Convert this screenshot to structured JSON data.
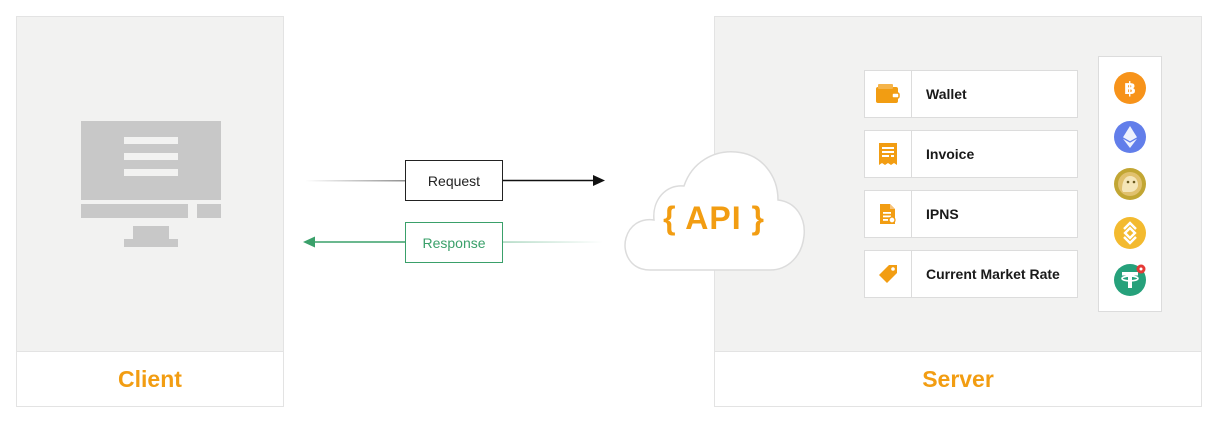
{
  "client": {
    "label": "Client"
  },
  "server": {
    "label": "Server"
  },
  "request": {
    "label": "Request"
  },
  "response": {
    "label": "Response"
  },
  "api": {
    "label": "{ API }"
  },
  "features": [
    {
      "label": "Wallet",
      "icon": "wallet-icon"
    },
    {
      "label": "Invoice",
      "icon": "invoice-icon"
    },
    {
      "label": "IPNS",
      "icon": "document-icon"
    },
    {
      "label": "Current Market Rate",
      "icon": "price-tag-icon"
    }
  ],
  "coins": [
    {
      "icon": "bitcoin-icon",
      "color": "#f7931a"
    },
    {
      "icon": "ethereum-icon",
      "color": "#627eea"
    },
    {
      "icon": "dogecoin-icon",
      "color": "#c2a633"
    },
    {
      "icon": "binance-coin-icon",
      "color": "#f3ba2f"
    },
    {
      "icon": "tether-icon",
      "color": "#26a17b"
    }
  ],
  "colors": {
    "accent": "#f29d12",
    "response": "#3aa06a",
    "panel_bg": "#f2f2f1",
    "monitor": "#c8c8c8"
  }
}
